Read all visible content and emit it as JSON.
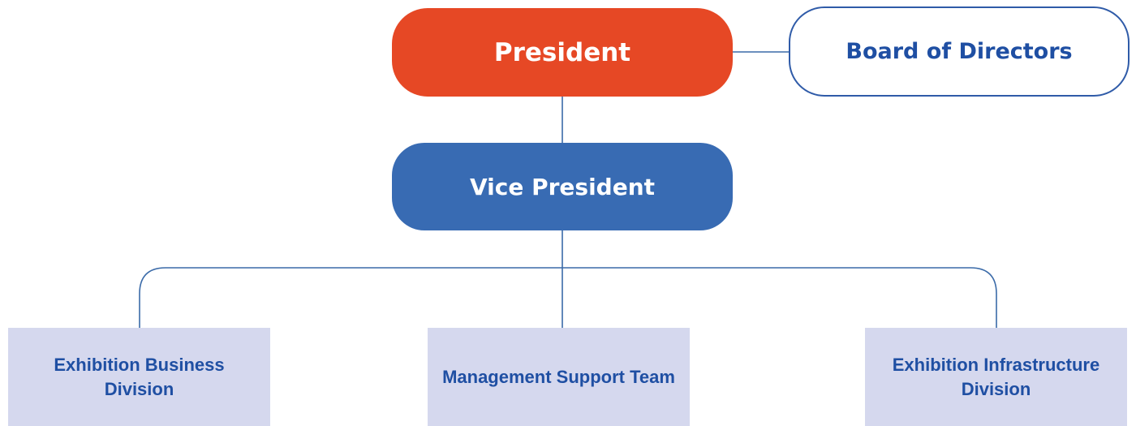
{
  "colors": {
    "president": "#e64825",
    "vice_president": "#386bb3",
    "board_text": "#1f4fa3",
    "board_border": "#2f5ba8",
    "department_bg": "#d5d8ee",
    "department_text": "#1f4fa3",
    "connector": "#3a6aa8"
  },
  "president": {
    "label": "President"
  },
  "board": {
    "label": "Board of Directors"
  },
  "vice_president": {
    "label": "Vice President"
  },
  "departments": [
    {
      "label_lines": [
        "Exhibition Business",
        "Division"
      ]
    },
    {
      "label_lines": [
        "Management Support Team"
      ]
    },
    {
      "label_lines": [
        "Exhibition Infrastructure",
        "Division"
      ]
    }
  ]
}
